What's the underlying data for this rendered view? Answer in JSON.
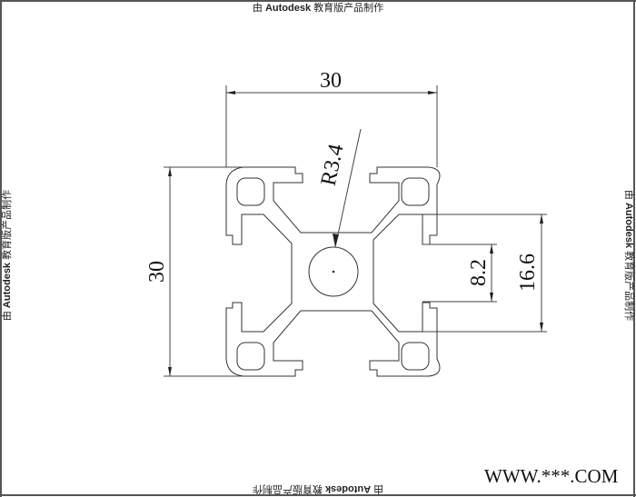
{
  "watermark": {
    "prefix": "由",
    "brand": "Autodesk",
    "suffix": "教育版产品制作"
  },
  "site_label": "WWW.***.COM",
  "drawing": {
    "subject": "aluminum extrusion profile cross-section",
    "dimensions": {
      "width": "30",
      "height": "30",
      "radius": "R3.4",
      "slot_opening": "8.2",
      "slot_depth_span": "16.6"
    },
    "colors": {
      "line": "#333333",
      "border": "#555555",
      "background": "#ffffff"
    }
  }
}
